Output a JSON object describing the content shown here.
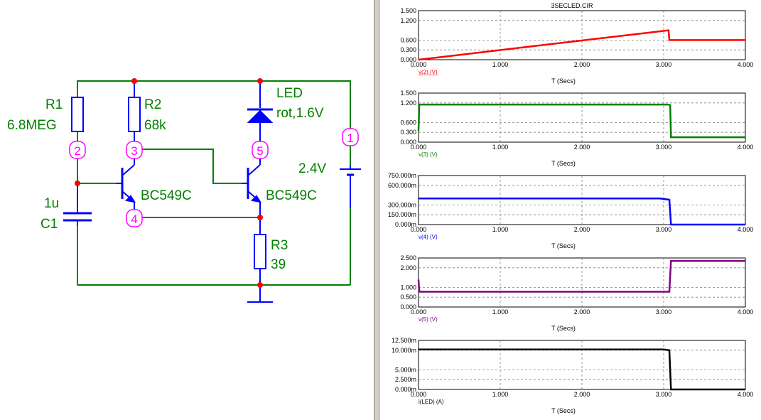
{
  "window_title": "3SECLED.CIR",
  "colors": {
    "wire": "#008000",
    "component": "#0000ff",
    "node": "#ff0000",
    "node_label": "#ff00ff",
    "grid": "#808080",
    "axis_text": "#000000"
  },
  "schematic": {
    "r1_name": "R1",
    "r1_value": "6.8MEG",
    "r2_name": "R2",
    "r2_value": "68k",
    "led_name": "LED",
    "led_value": "rot,1.6V",
    "c1_value": "1u",
    "c1_name": "C1",
    "q1_model": "BC549C",
    "q2_model": "BC549C",
    "r3_name": "R3",
    "r3_value": "39",
    "battery_value": "2.4V",
    "node_labels": [
      "1",
      "2",
      "3",
      "4",
      "5"
    ]
  },
  "chart_data": [
    {
      "type": "line",
      "color": "#ff0000",
      "ytick_labels": [
        "1.500",
        "1.200",
        "0.600",
        "0.300",
        "0.000"
      ],
      "yticks": [
        1.5,
        1.2,
        0.6,
        0.3,
        0.0
      ],
      "ylim": [
        0,
        1.5
      ],
      "xlim": [
        0,
        4
      ],
      "xtick_labels": [
        "0.000",
        "1.000",
        "2.000",
        "3.000",
        "4.000"
      ],
      "xticks": [
        0,
        1,
        2,
        3,
        4
      ],
      "series_label": "v(2) (V)",
      "xlabel": "T (Secs)",
      "x": [
        0,
        3.06,
        3.07,
        4.0
      ],
      "y": [
        0.0,
        0.9,
        0.6,
        0.6
      ]
    },
    {
      "type": "line",
      "color": "#008000",
      "ytick_labels": [
        "1.500",
        "1.200",
        "0.600",
        "0.300",
        "0.000"
      ],
      "yticks": [
        1.5,
        1.2,
        0.6,
        0.3,
        0.0
      ],
      "ylim": [
        0,
        1.5
      ],
      "xlim": [
        0,
        4
      ],
      "xtick_labels": [
        "0.000",
        "1.000",
        "2.000",
        "3.000",
        "4.000"
      ],
      "xticks": [
        0,
        1,
        2,
        3,
        4
      ],
      "series_label": "v(3) (V)",
      "xlabel": "T (Secs)",
      "x": [
        0,
        0.01,
        3.06,
        3.08,
        3.09,
        4.0
      ],
      "y": [
        0.35,
        1.15,
        1.15,
        1.13,
        0.15,
        0.15
      ]
    },
    {
      "type": "line",
      "color": "#0000ff",
      "ytick_labels": [
        "750.000m",
        "600.000m",
        "300.000m",
        "150.000m",
        "0.000m"
      ],
      "yticks": [
        0.75,
        0.6,
        0.3,
        0.15,
        0.0
      ],
      "ylim": [
        0,
        0.75
      ],
      "xlim": [
        0,
        4
      ],
      "xtick_labels": [
        "0.000",
        "1.000",
        "2.000",
        "3.000",
        "4.000"
      ],
      "xticks": [
        0,
        1,
        2,
        3,
        4
      ],
      "series_label": "v(4) (V)",
      "xlabel": "T (Secs)",
      "x": [
        0,
        2.95,
        3.07,
        3.09,
        4.0
      ],
      "y": [
        0.4,
        0.4,
        0.38,
        0.0,
        0.0
      ]
    },
    {
      "type": "line",
      "color": "#800080",
      "ytick_labels": [
        "2.500",
        "2.000",
        "1.000",
        "0.500",
        "0.000"
      ],
      "yticks": [
        2.5,
        2.0,
        1.0,
        0.5,
        0.0
      ],
      "ylim": [
        0,
        2.5
      ],
      "xlim": [
        0,
        4
      ],
      "xtick_labels": [
        "0.000",
        "1.000",
        "2.000",
        "3.000",
        "4.000"
      ],
      "xticks": [
        0,
        1,
        2,
        3,
        4
      ],
      "series_label": "v(5) (V)",
      "xlabel": "T (Secs)",
      "x": [
        0,
        0.01,
        3.07,
        3.09,
        4.0
      ],
      "y": [
        1.4,
        0.78,
        0.78,
        2.35,
        2.35
      ]
    },
    {
      "type": "line",
      "color": "#000000",
      "ytick_labels": [
        "12.500m",
        "10.000m",
        "5.000m",
        "2.500m",
        "0.000m"
      ],
      "yticks": [
        12.5,
        10.0,
        5.0,
        2.5,
        0.0
      ],
      "ylim": [
        0,
        12.5
      ],
      "xlim": [
        0,
        4
      ],
      "xtick_labels": [
        "0.000",
        "1.000",
        "2.000",
        "3.000",
        "4.000"
      ],
      "xticks": [
        0,
        1,
        2,
        3,
        4
      ],
      "series_label": "i(LED) (A)",
      "xlabel": "T (Secs)",
      "x": [
        0,
        3.0,
        3.07,
        3.09,
        4.0
      ],
      "y": [
        10.2,
        10.2,
        10.0,
        0.0,
        0.0
      ]
    }
  ]
}
